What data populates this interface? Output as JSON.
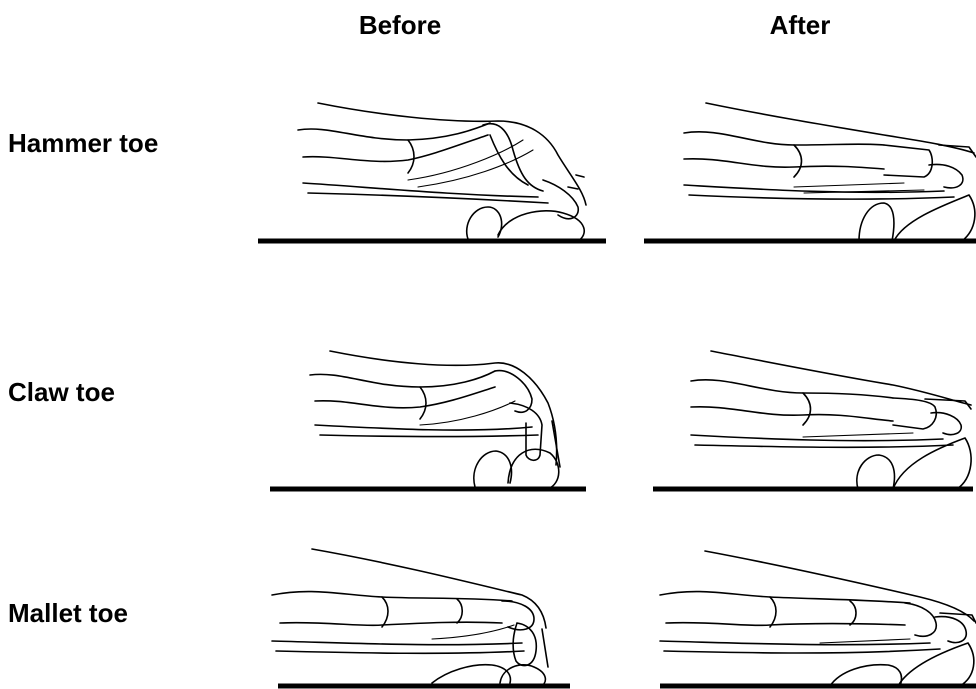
{
  "columns": {
    "before": "Before",
    "after": "After"
  },
  "rows": {
    "hammer": "Hammer toe",
    "claw": "Claw toe",
    "mallet": "Mallet toe"
  }
}
